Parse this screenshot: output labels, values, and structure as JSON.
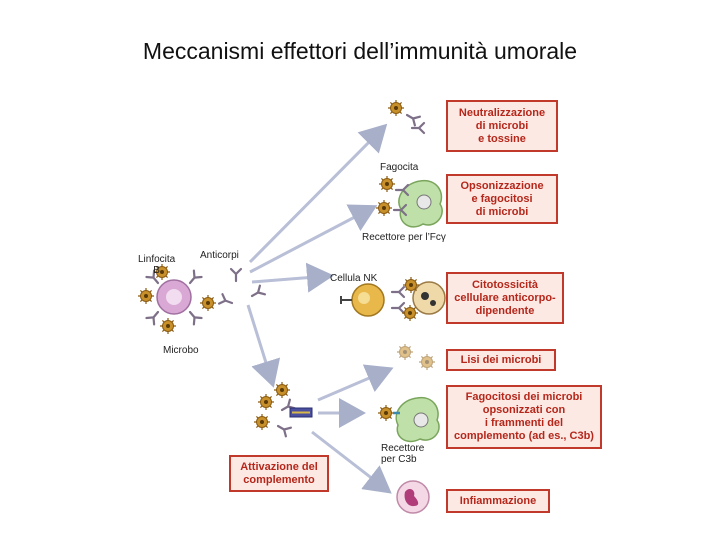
{
  "title": "Meccanismi effettori dell’immunità umorale",
  "colors": {
    "box_border": "#c0392b",
    "box_fill": "#fde9e4",
    "box_text": "#b5271b",
    "arrow": "#b8bfd6",
    "antibody": "#8a7d94",
    "microbe": "#c8902a",
    "b_cell": "#d6a6d2",
    "phagocyte": "#b9dca0",
    "nk_cell": "#e8b84a"
  },
  "outcomes": [
    {
      "text": "Neutralizzazione\ndi microbi\ne tossine"
    },
    {
      "text": "Opsonizzazione\ne fagocitosi\ndi microbi"
    },
    {
      "text": "Citotossicità\ncellulare anticorpo-\ndipendente"
    },
    {
      "text": "Lisi dei microbi"
    },
    {
      "text": "Fagocitosi dei microbi\nopsonizzati con\ni frammenti del\ncomplemento (ad es., C3b)"
    },
    {
      "text": "Infiammazione"
    }
  ],
  "complement_box": {
    "text": "Attivazione del\ncomplemento"
  },
  "labels": {
    "b_cell": "Linfocita\nB",
    "antibodies": "Anticorpi",
    "microbe": "Microbo",
    "phagocyte": "Fagocita",
    "fc_receptor": "Recettore per l’Fcγ",
    "nk_cell": "Cellula NK",
    "c3b_receptor": "Recettore\nper C3b"
  },
  "icons": [
    "b-cell-icon",
    "antibody-icon",
    "microbe-icon",
    "phagocyte-icon",
    "nk-cell-icon",
    "neutrophil-icon",
    "arrow-icon"
  ]
}
